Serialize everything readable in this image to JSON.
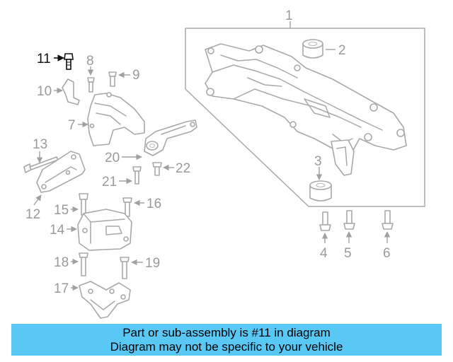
{
  "callouts": {
    "c1": "1",
    "c2": "2",
    "c3": "3",
    "c4": "4",
    "c5": "5",
    "c6": "6",
    "c7": "7",
    "c8": "8",
    "c9": "9",
    "c10": "10",
    "c11": "11",
    "c12": "12",
    "c13": "13",
    "c14": "14",
    "c15": "15",
    "c16": "16",
    "c17": "17",
    "c18": "18",
    "c19": "19",
    "c20": "20",
    "c21": "21",
    "c22": "22"
  },
  "highlighted_part": "11",
  "banner": {
    "line1": "Part or sub-assembly is #11 in diagram",
    "line2": "Diagram may not be specific to your vehicle",
    "color": "#5ac8f5"
  },
  "colors": {
    "lines": "#a8a8a8",
    "highlight": "#111111"
  }
}
